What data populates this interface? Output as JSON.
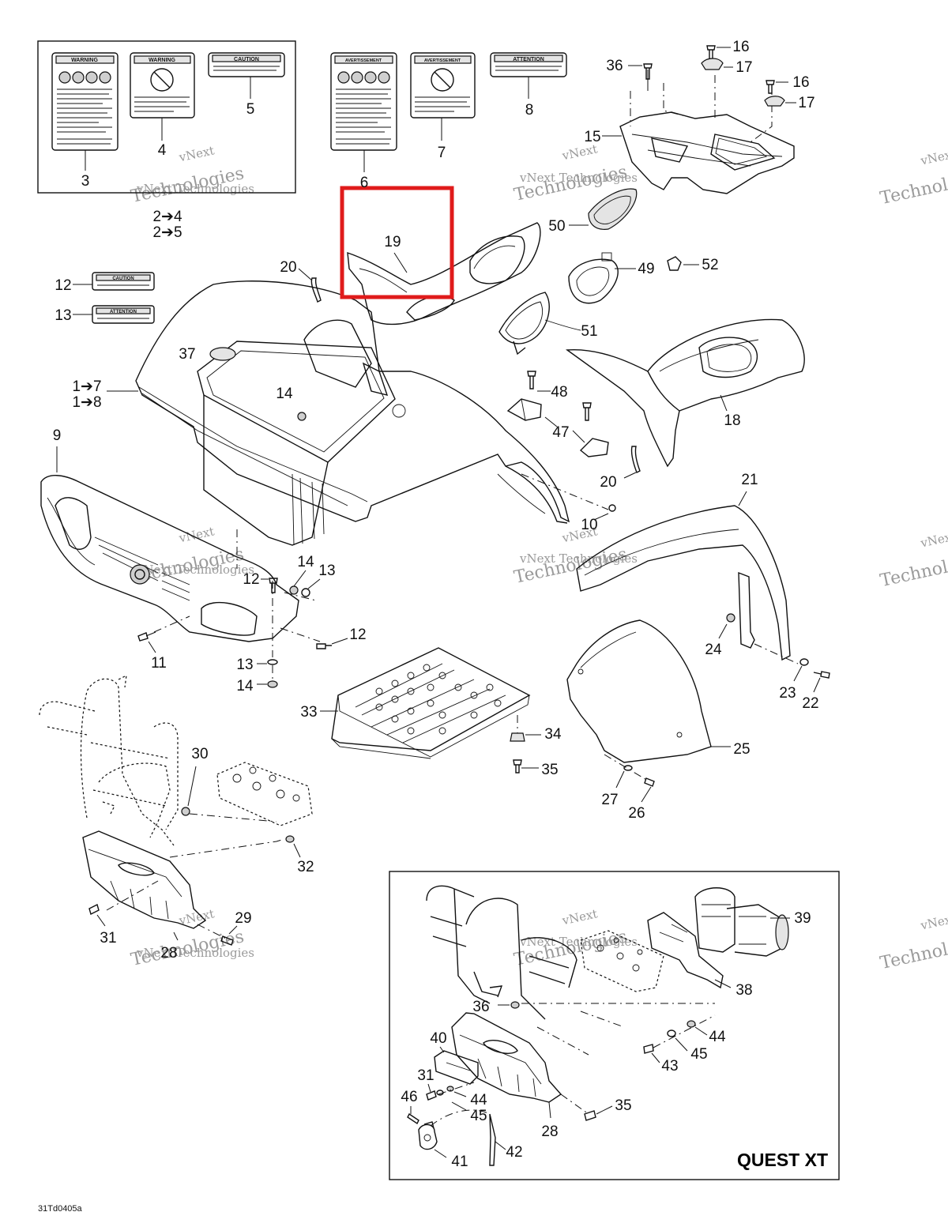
{
  "diagram": {
    "drawing_code": "31Td0405a",
    "inset_title": "QUEST XT",
    "highlight_color": "#e01b1b",
    "watermark": {
      "line1": "vNext",
      "line2": "Technologies",
      "line3": "vNext Technologies"
    },
    "label_texts": {
      "warning": "WARNING",
      "caution": "CAUTION",
      "attention": "ATTENTION",
      "avertissement": "AVERTISSEMENT"
    },
    "callouts": {
      "c3": "3",
      "c4": "4",
      "c5": "5",
      "c6": "6",
      "c7": "7",
      "c8": "8",
      "c2to4": "2➔4",
      "c2to5": "2➔5",
      "c12a": "12",
      "c13a": "13",
      "c1to7": "1➔7",
      "c1to8": "1➔8",
      "c9": "9",
      "c10": "10",
      "c11": "11",
      "c12b": "12",
      "c12c": "12",
      "c13b": "13",
      "c13c": "13",
      "c14a": "14",
      "c14b": "14",
      "c14c": "14",
      "c15": "15",
      "c16a": "16",
      "c16b": "16",
      "c17a": "17",
      "c17b": "17",
      "c18": "18",
      "c19": "19",
      "c20a": "20",
      "c20b": "20",
      "c21": "21",
      "c22": "22",
      "c23": "23",
      "c24": "24",
      "c25": "25",
      "c26": "26",
      "c27": "27",
      "c28a": "28",
      "c28b": "28",
      "c29": "29",
      "c30": "30",
      "c31a": "31",
      "c31b": "31",
      "c32": "32",
      "c33": "33",
      "c34": "34",
      "c35a": "35",
      "c35b": "35",
      "c36a": "36",
      "c36b": "36",
      "c37": "37",
      "c38": "38",
      "c39": "39",
      "c40": "40",
      "c41": "41",
      "c42": "42",
      "c43": "43",
      "c44a": "44",
      "c44b": "44",
      "c45a": "45",
      "c45b": "45",
      "c46": "46",
      "c47": "47",
      "c48": "48",
      "c49": "49",
      "c50": "50",
      "c51": "51",
      "c52": "52"
    }
  }
}
